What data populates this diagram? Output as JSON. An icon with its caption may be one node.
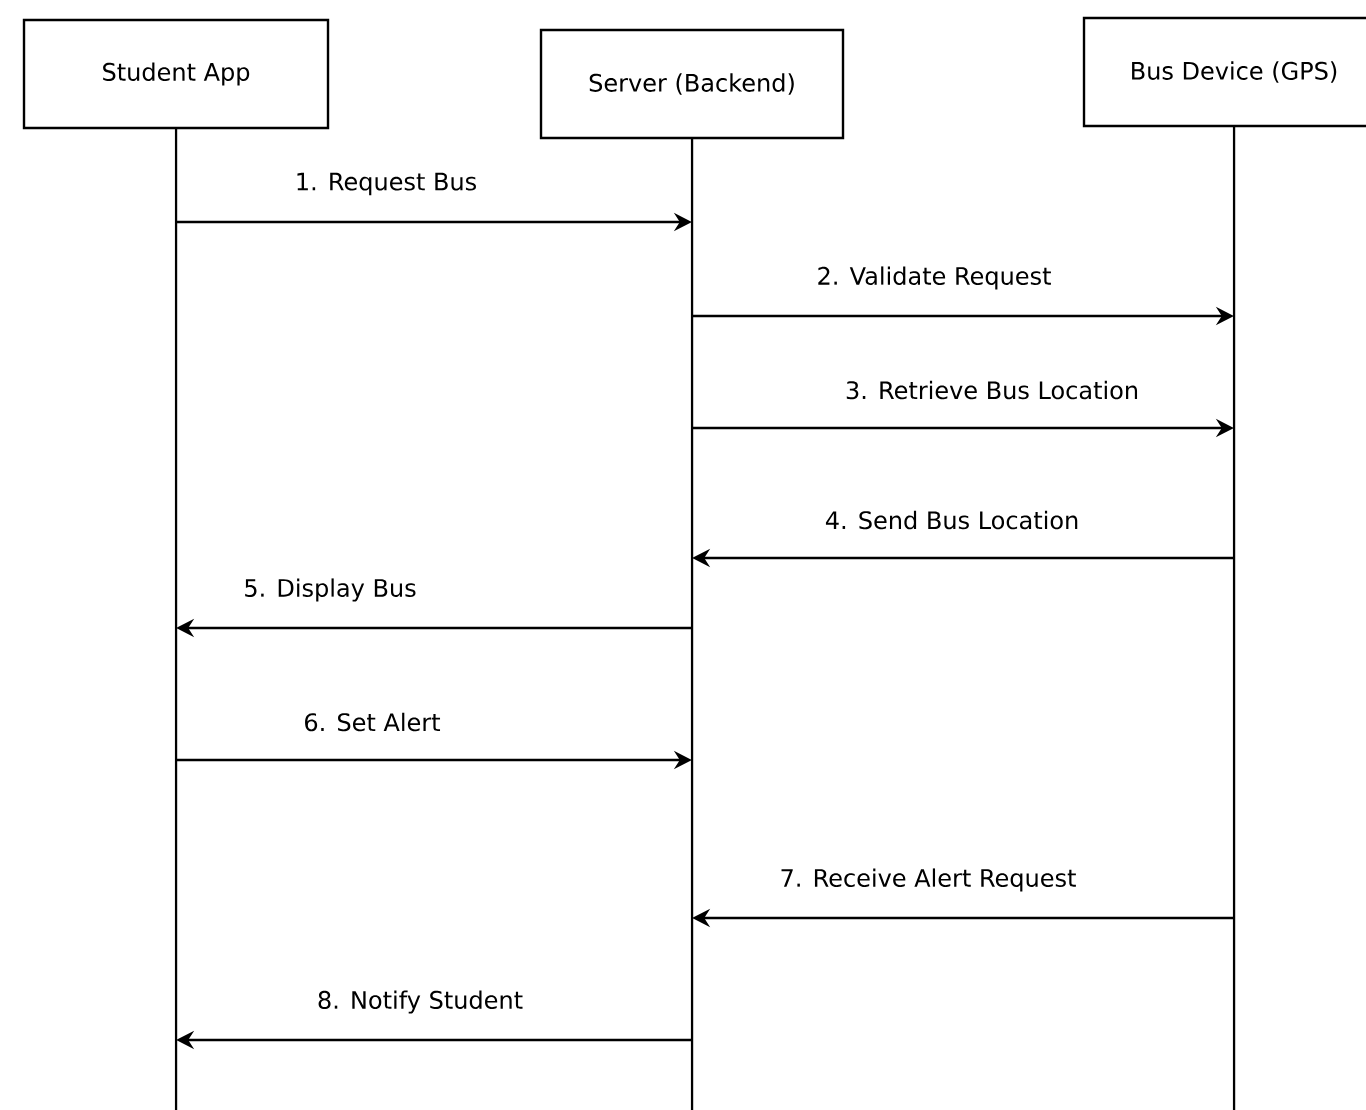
{
  "diagram": {
    "nodes": [
      {
        "text": [
          "Student App"
        ]
      },
      {
        "text": [
          "Server (Backend)"
        ]
      },
      {
        "text": [
          "Bus Device (GPS)"
        ]
      }
    ],
    "edges": [
      {
        "from": 0,
        "to": 1,
        "arrow": "to",
        "label": "1. Request Bus"
      },
      {
        "from": 1,
        "to": 2,
        "arrow": "to",
        "label": "2. Validate Request"
      },
      {
        "from": 1,
        "to": 2,
        "arrow": "to",
        "label": "3. Retrieve Bus Location"
      },
      {
        "from": 2,
        "to": 1,
        "arrow": "to",
        "label": "4. Send Bus Location"
      },
      {
        "from": 1,
        "to": 0,
        "arrow": "to",
        "label": "5. Display Bus"
      },
      {
        "from": 0,
        "to": 1,
        "arrow": "to",
        "label": "6. Set Alert"
      },
      {
        "from": 2,
        "to": 1,
        "arrow": "to",
        "label": "7. Receive Alert Request"
      },
      {
        "from": 1,
        "to": 0,
        "arrow": "to",
        "label": "8. Notify Student"
      }
    ]
  }
}
